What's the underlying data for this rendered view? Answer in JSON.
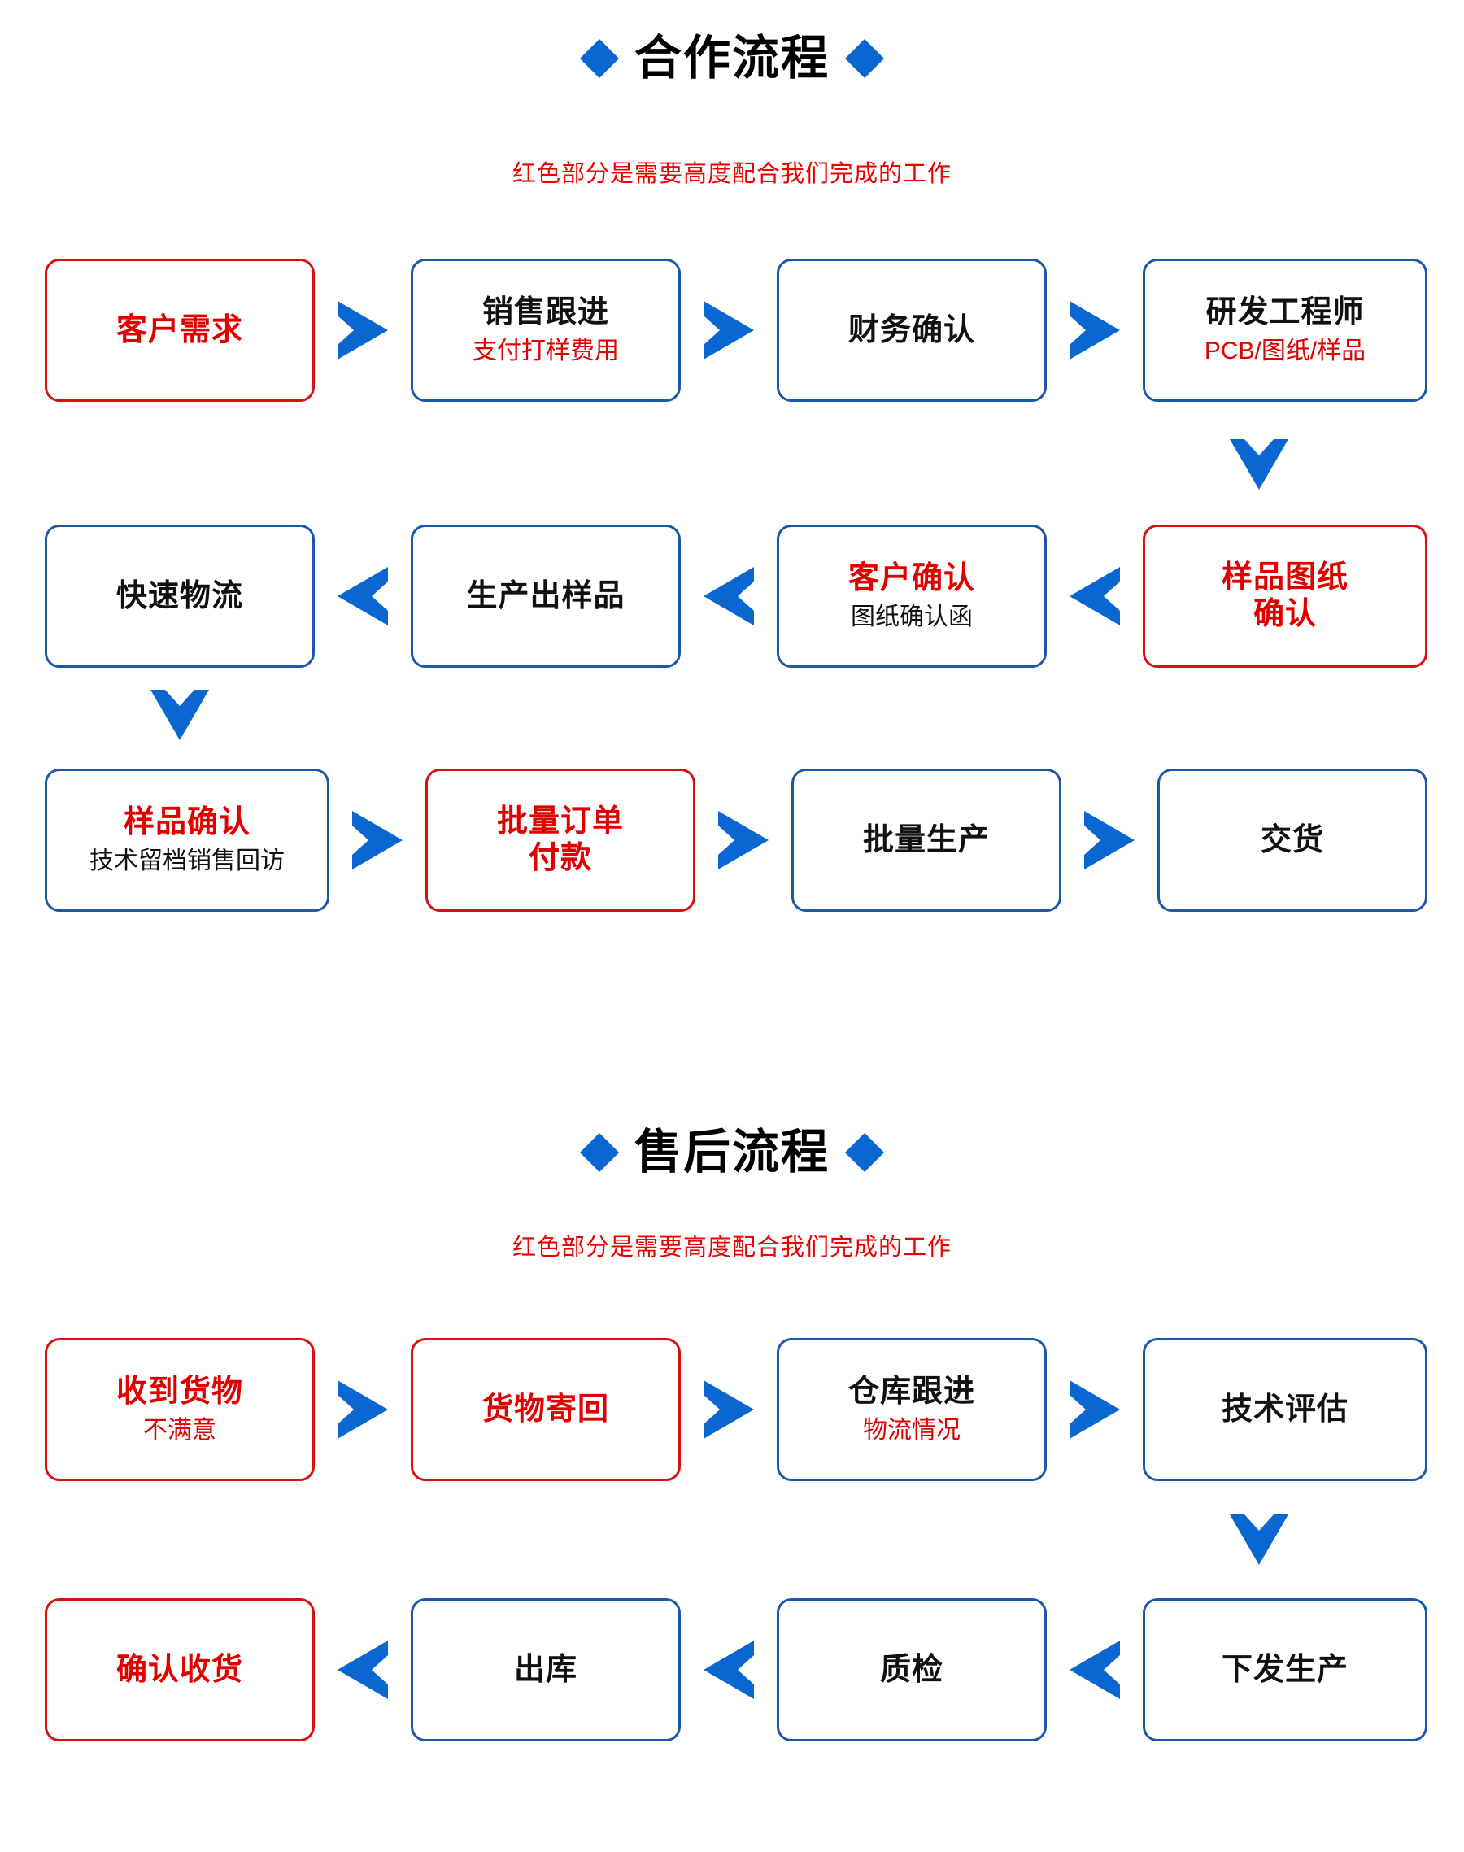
{
  "sections": [
    {
      "id": "cooperation",
      "title": "合作流程",
      "subtitle": "红色部分是需要高度配合我们完成的工作",
      "diamond_color": "#0a66d0",
      "subtitle_color": "#ee0000",
      "rows": [
        {
          "direction": "right",
          "nodes": [
            {
              "main": "客户需求",
              "sub": "",
              "border": "red",
              "main_color": "red",
              "sub_color": ""
            },
            {
              "main": "销售跟进",
              "sub": "支付打样费用",
              "border": "blue",
              "main_color": "black",
              "sub_color": "red"
            },
            {
              "main": "财务确认",
              "sub": "",
              "border": "blue",
              "main_color": "black",
              "sub_color": ""
            },
            {
              "main": "研发工程师",
              "sub": "PCB/图纸/样品",
              "border": "blue",
              "main_color": "black",
              "sub_color": "red"
            }
          ]
        },
        {
          "direction": "left",
          "nodes": [
            {
              "main": "快速物流",
              "sub": "",
              "border": "blue",
              "main_color": "black",
              "sub_color": ""
            },
            {
              "main": "生产出样品",
              "sub": "",
              "border": "blue",
              "main_color": "black",
              "sub_color": ""
            },
            {
              "main": "客户确认",
              "sub": "图纸确认函",
              "border": "blue",
              "main_color": "red",
              "sub_color": "black"
            },
            {
              "main": "样品图纸\n确认",
              "sub": "",
              "border": "red",
              "main_color": "red",
              "sub_color": ""
            }
          ]
        },
        {
          "direction": "right",
          "nodes": [
            {
              "main": "样品确认",
              "sub": "技术留档销售回访",
              "border": "blue",
              "main_color": "red",
              "sub_color": "black"
            },
            {
              "main": "批量订单\n付款",
              "sub": "",
              "border": "red",
              "main_color": "red",
              "sub_color": ""
            },
            {
              "main": "批量生产",
              "sub": "",
              "border": "blue",
              "main_color": "black",
              "sub_color": ""
            },
            {
              "main": "交货",
              "sub": "",
              "border": "blue",
              "main_color": "black",
              "sub_color": ""
            }
          ]
        }
      ],
      "connectors": [
        {
          "type": "down",
          "name": "connector-row1-to-row2"
        },
        {
          "type": "down",
          "name": "connector-row2-to-row3"
        }
      ]
    },
    {
      "id": "after-sales",
      "title": "售后流程",
      "subtitle": "红色部分是需要高度配合我们完成的工作",
      "diamond_color": "#0a66d0",
      "subtitle_color": "#ee0000",
      "rows": [
        {
          "direction": "right",
          "nodes": [
            {
              "main": "收到货物",
              "sub": "不满意",
              "border": "red",
              "main_color": "red",
              "sub_color": "red"
            },
            {
              "main": "货物寄回",
              "sub": "",
              "border": "red",
              "main_color": "red",
              "sub_color": ""
            },
            {
              "main": "仓库跟进",
              "sub": "物流情况",
              "border": "blue",
              "main_color": "black",
              "sub_color": "red"
            },
            {
              "main": "技术评估",
              "sub": "",
              "border": "blue",
              "main_color": "black",
              "sub_color": ""
            }
          ]
        },
        {
          "direction": "left",
          "nodes": [
            {
              "main": "确认收货",
              "sub": "",
              "border": "red",
              "main_color": "red",
              "sub_color": ""
            },
            {
              "main": "出库",
              "sub": "",
              "border": "blue",
              "main_color": "black",
              "sub_color": ""
            },
            {
              "main": "质检",
              "sub": "",
              "border": "blue",
              "main_color": "black",
              "sub_color": ""
            },
            {
              "main": "下发生产",
              "sub": "",
              "border": "blue",
              "main_color": "black",
              "sub_color": ""
            }
          ]
        }
      ],
      "connectors": [
        {
          "type": "down",
          "name": "connector-row1-to-row2"
        }
      ]
    }
  ],
  "colors": {
    "blue": "#0a66d0",
    "border_blue": "#1b59a8",
    "red": "#e00000",
    "border_red": "#d81010",
    "black": "#111111",
    "background": "#ffffff"
  }
}
